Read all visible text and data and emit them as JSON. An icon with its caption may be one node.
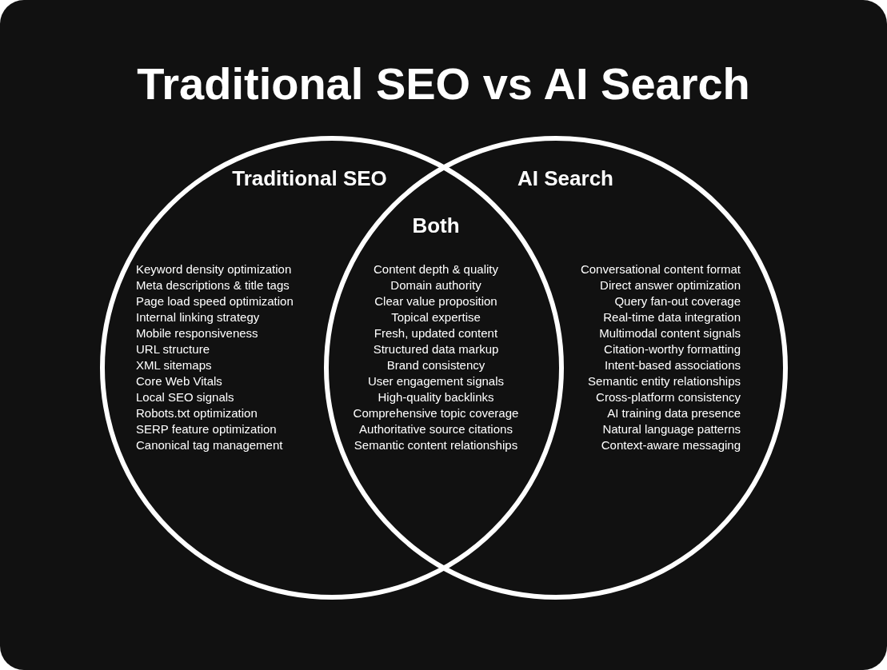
{
  "diagram": {
    "title": "Traditional SEO vs AI Search",
    "nodes": [
      {
        "text": [
          "Traditional SEO",
          "Keyword density optimization",
          "Meta descriptions & title tags",
          "Page load speed optimization",
          "Internal linking strategy",
          "Mobile responsiveness",
          "URL structure",
          "XML sitemaps",
          "Core Web Vitals",
          "Local SEO signals",
          "Robots.txt optimization",
          "SERP feature optimization",
          "Canonical tag management"
        ]
      },
      {
        "text": [
          "AI Search",
          "Conversational content format",
          "Direct answer optimization",
          "Query fan-out coverage",
          "Real-time data integration",
          "Multimodal content signals",
          "Citation-worthy formatting",
          "Intent-based associations",
          "Semantic entity relationships",
          "Cross-platform consistency",
          "AI training data presence",
          "Natural language patterns",
          "Context-aware messaging"
        ]
      },
      {
        "text": [
          "Both",
          "Content depth & quality",
          "Domain authority",
          "Clear value proposition",
          "Topical expertise",
          "Fresh, updated content",
          "Structured data markup",
          "Brand consistency",
          "User engagement signals",
          "High-quality backlinks",
          "Comprehensive topic coverage",
          "Authoritative source citations",
          "Semantic content relationships"
        ]
      }
    ]
  }
}
